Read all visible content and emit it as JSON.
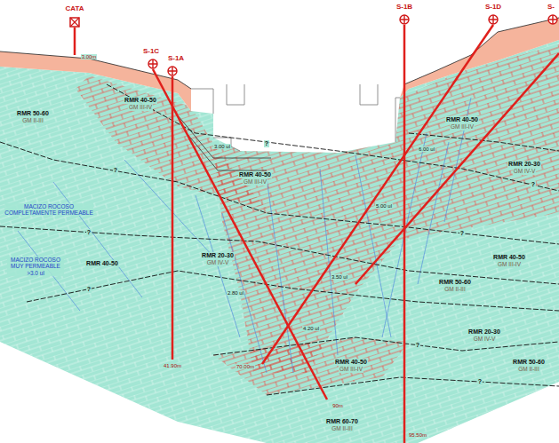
{
  "diagram": {
    "labels": [
      "CATA",
      "3.00m",
      "S-1C",
      "S-1A",
      "S-1B",
      "S-1D",
      "S-",
      "RMR 40-50",
      "GM III-IV",
      "RMR 50-60",
      "GM II-III",
      "RMR 40-50",
      "GM III-IV",
      "MACIZO ROCOSO COMPLETAMENTE PERMEABLE",
      "MACIZO ROCOSO MUY PERMEABLE >3.0 ul",
      "RMR 40-50",
      "RMR 20-30",
      "GM IV-V",
      "RMR 40-50",
      "GM III-IV",
      "RMR 20-30",
      "GM IV-V",
      "RMR 40-50",
      "GM III-IV",
      "RMR 50-60",
      "GM II-III",
      "RMR 20-30",
      "GM IV-V",
      "RMR 50-60",
      "GM II-III",
      "RMR 40-50",
      "GM III-IV",
      "RMR 60-70",
      "GM II-III",
      "41.90m",
      "70.00m",
      "90m",
      "95.50m",
      "?",
      "?",
      "?",
      "?",
      "?",
      "?",
      "?",
      "?",
      "3.00 ul",
      "6.00 ul",
      "5.00 ul",
      "3.50 ul",
      "2.80 ul",
      "4.20 ul"
    ]
  }
}
